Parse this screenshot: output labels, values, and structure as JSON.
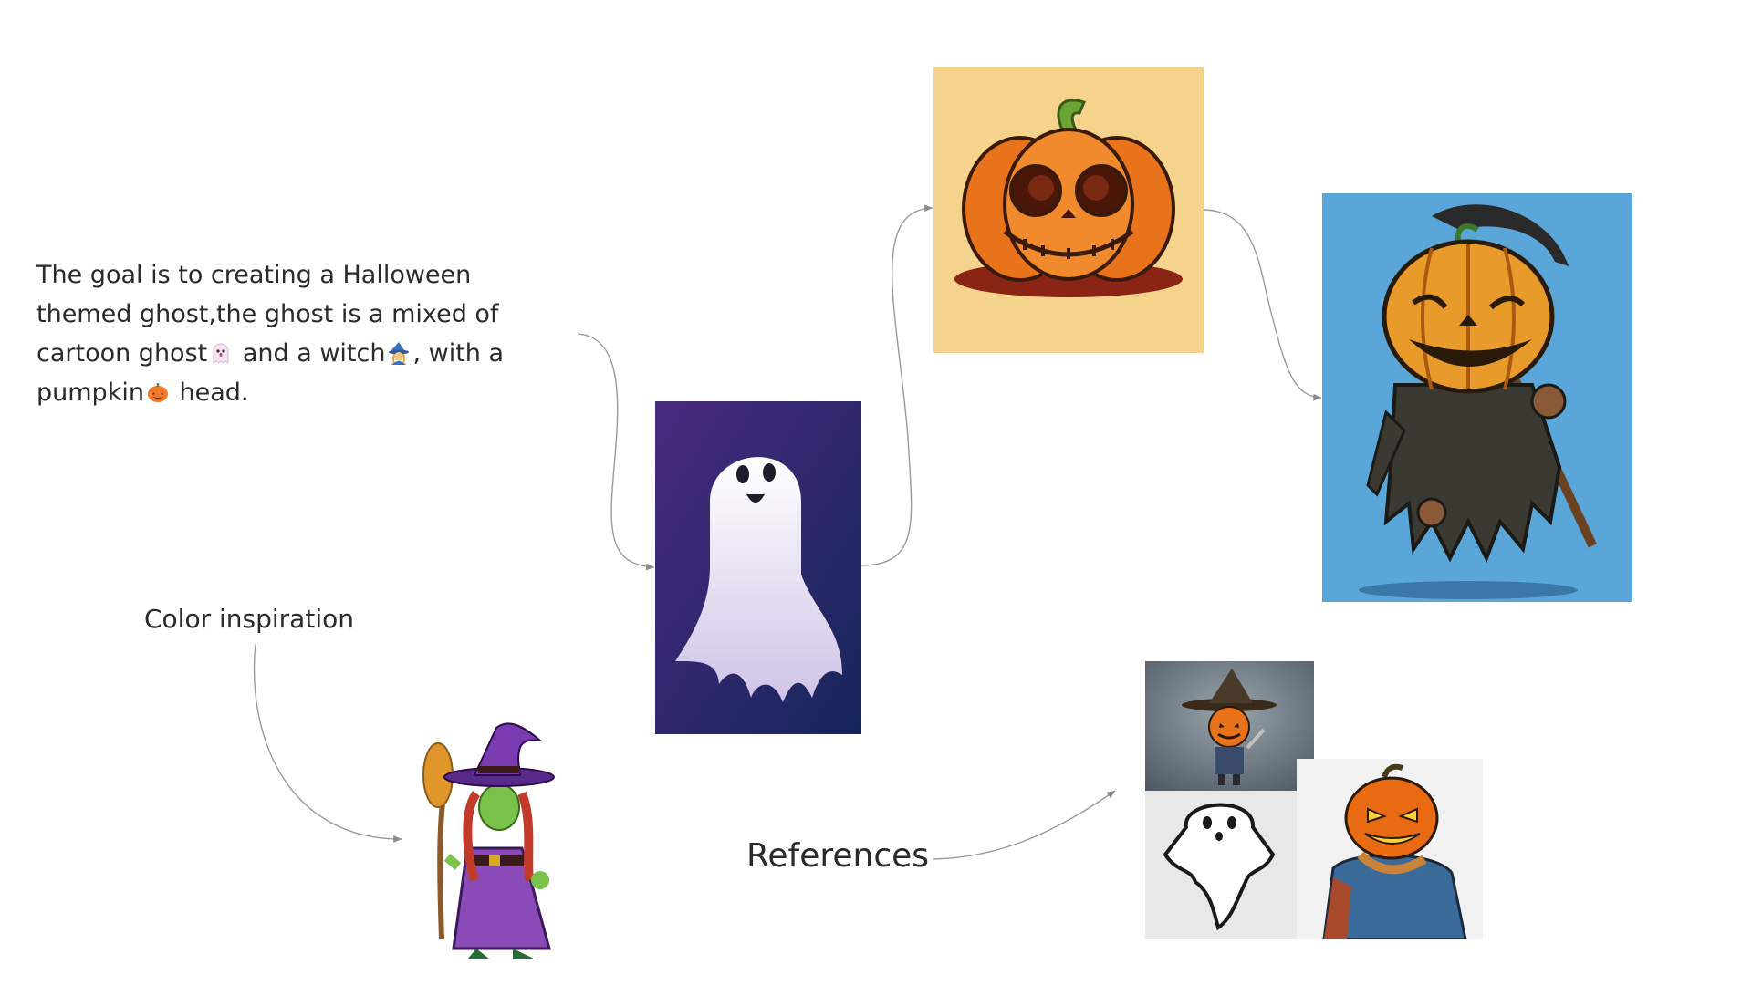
{
  "goal": {
    "line1": "The goal is to creating a Halloween",
    "line2": "themed ghost,the ghost is a mixed of",
    "line3_part1": "cartoon ghost",
    "line3_part2": " and a witch",
    "line3_part3": ", with a",
    "line4_part1": "pumpkin",
    "line4_part2": " head."
  },
  "labels": {
    "color_inspiration": "Color inspiration",
    "references": "References"
  },
  "icons": [
    "ghost-emoji-icon",
    "witch-emoji-icon",
    "pumpkin-emoji-icon"
  ],
  "colors": {
    "ghost_bg_top": "#4a2a80",
    "ghost_bg_bottom": "#15265a",
    "pumpkin_bg": "#f6d38c",
    "pumpkin_orange": "#e8731b",
    "reaper_bg": "#5ba6d8",
    "connector": "#8a8a8a"
  }
}
